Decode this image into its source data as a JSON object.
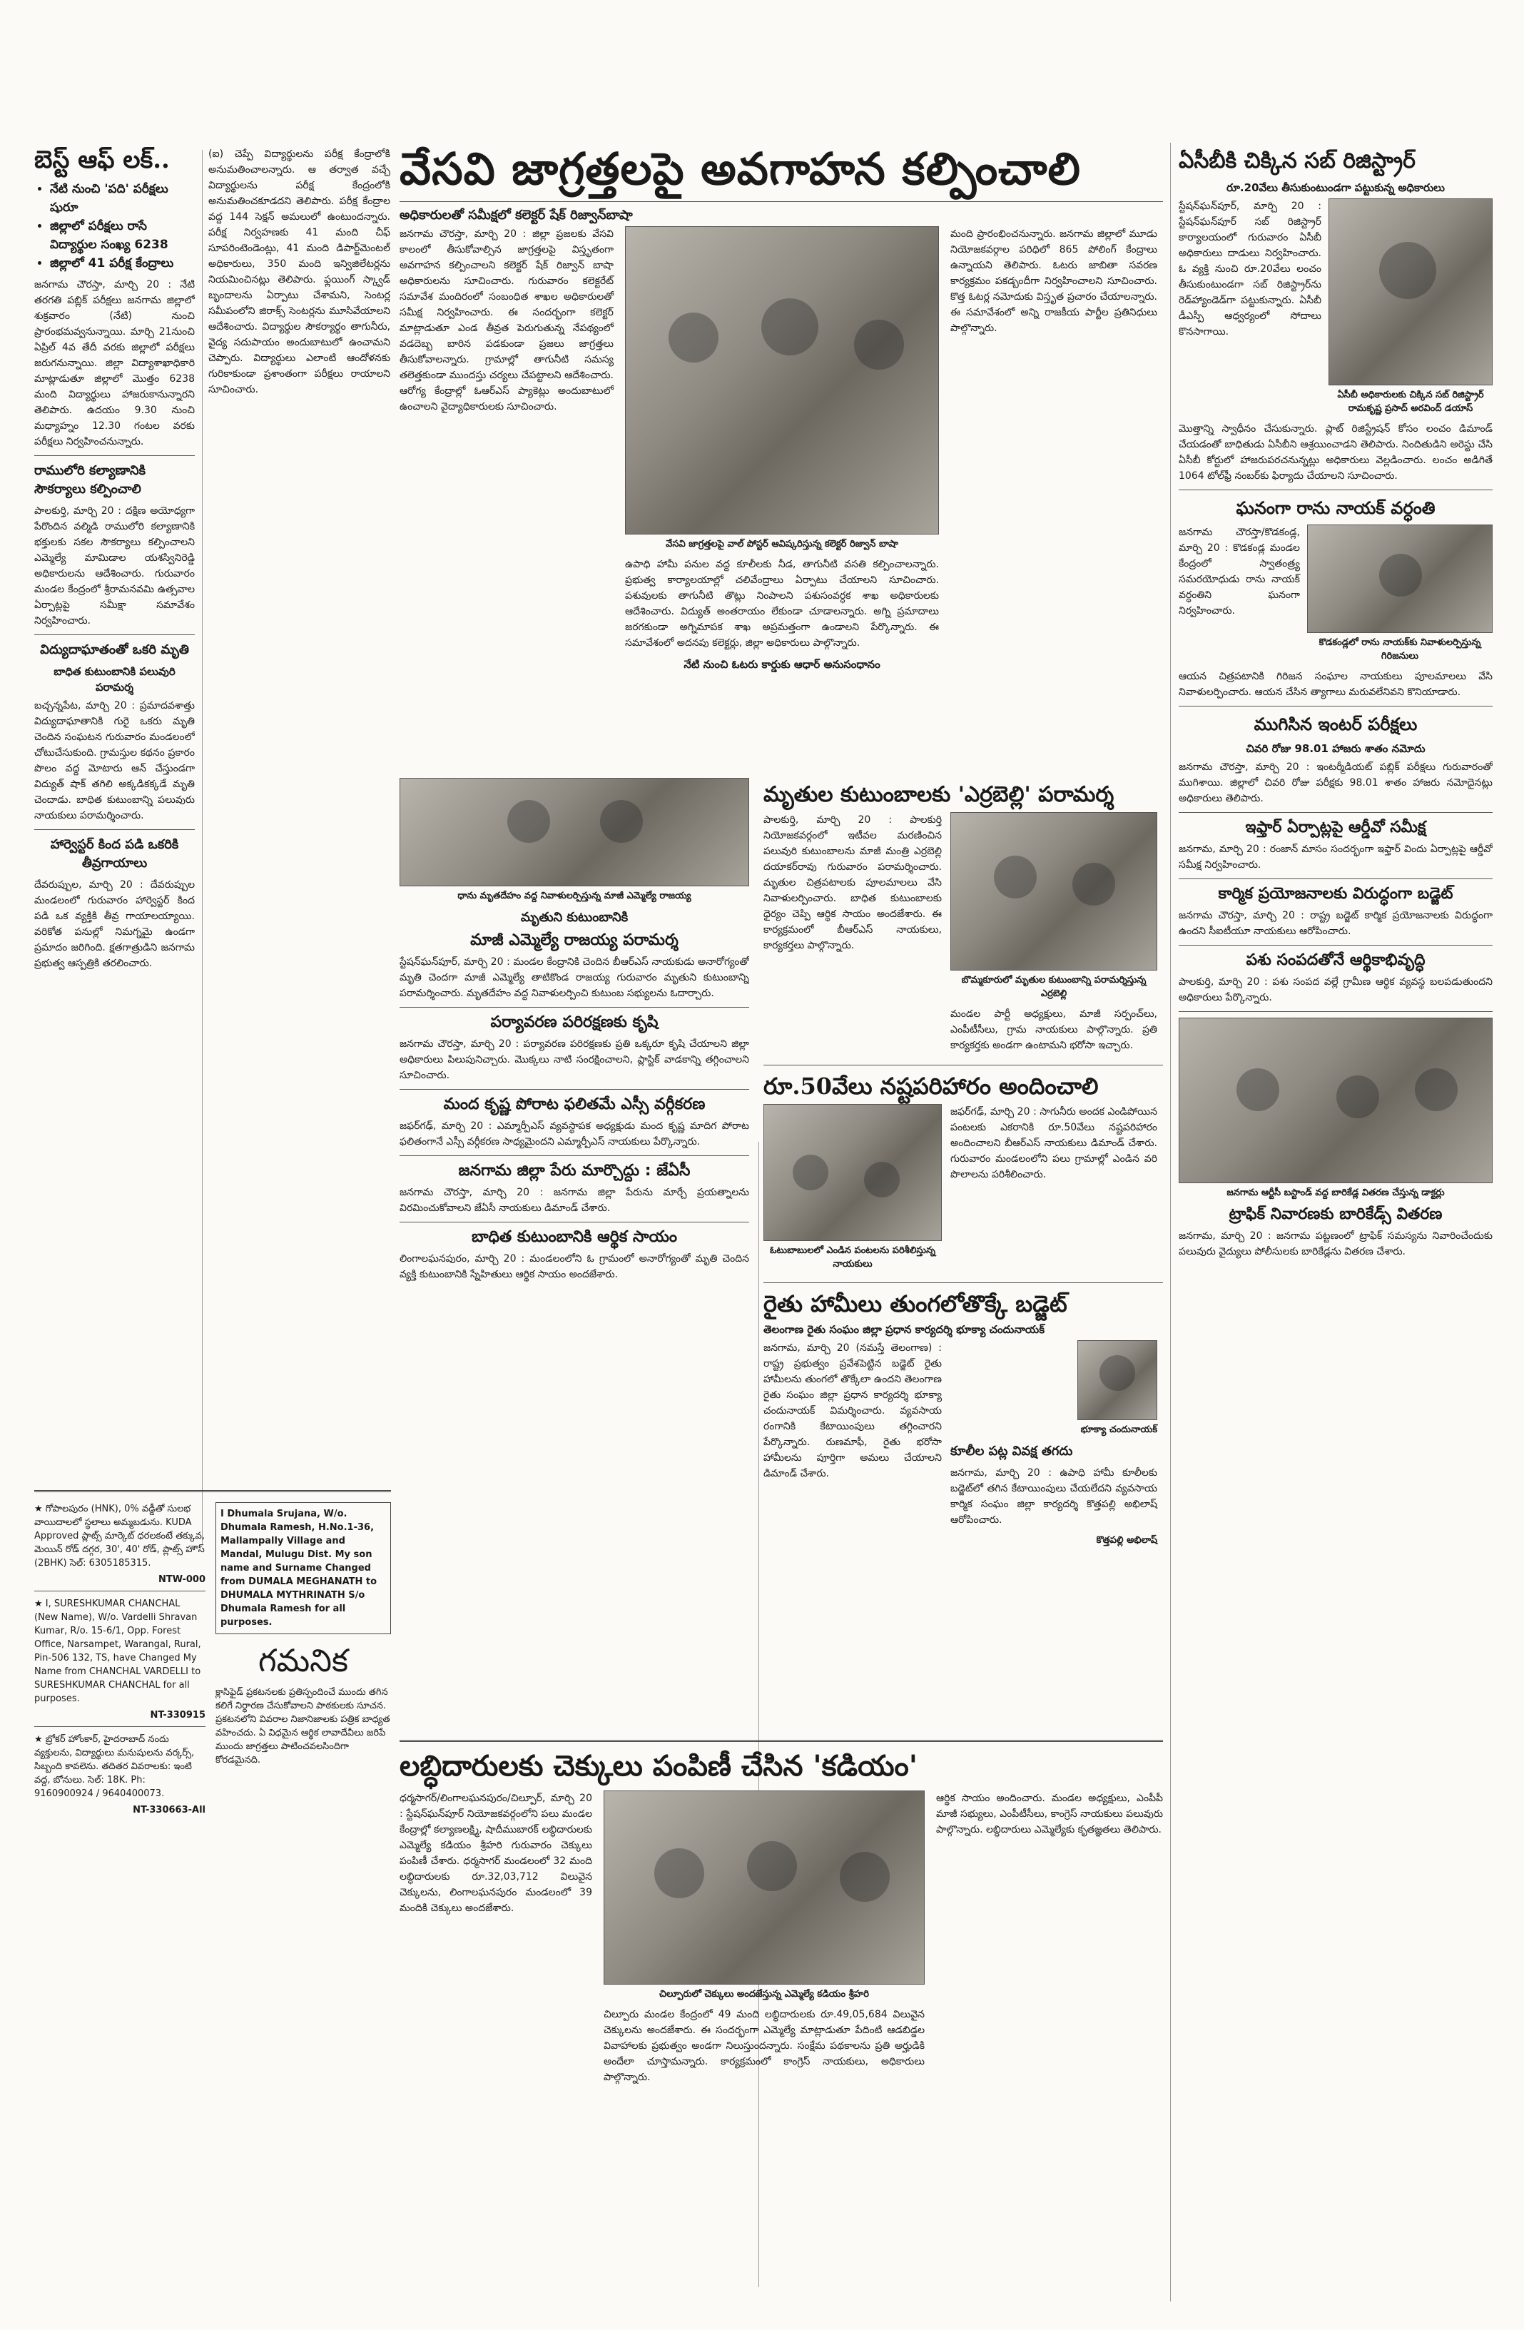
{
  "col1": {
    "headline": "బెస్ట్ ఆఫ్ లక్..",
    "bullets": [
      "నేటి నుంచి 'పది' పరీక్షలు షురూ",
      "జిల్లాలో పరీక్షలు రాసే విద్యార్థుల సంఖ్య 6238",
      "జిల్లాలో 41 పరీక్ష కేంద్రాలు"
    ],
    "p1": "జనగామ చౌరస్తా, మార్చి 20 : నేటి తరగతి పబ్లిక్ పరీక్షలు జనగామ జిల్లాలో శుక్రవారం (నేటి) నుంచి ప్రారంభమవ్వనున్నాయి. మార్చి 21నుంచి ఏప్రిల్ 4వ తేదీ వరకు జిల్లాలో పరీక్షలు జరుగనున్నాయి. జిల్లా విద్యాశాఖాధికారి మాట్లాడుతూ జిల్లాలో మొత్తం 6238 మంది విద్యార్థులు హాజరుకానున్నారని తెలిపారు. ఉదయం 9.30 నుంచి మధ్యాహ్నం 12.30 గంటల వరకు పరీక్షలు నిర్వహించనున్నారు.",
    "h2": "రాములోరి కల్యాణానికి సౌకర్యాలు కల్పించాలి",
    "p2": "పాలకుర్తి, మార్చి 20 : దక్షిణ అయోధ్యగా పేరొందిన వల్మిడి రాములోరి కల్యాణానికి భక్తులకు సకల సౌకర్యాలు కల్పించాలని ఎమ్మెల్యే మామిడాల యశస్వినిరెడ్డి అధికారులను ఆదేశించారు. గురువారం మండల కేంద్రంలో శ్రీరామనవమి ఉత్సవాల ఏర్పాట్లపై సమీక్షా సమావేశం నిర్వహించారు.",
    "h3": "విద్యుదాఘాతంతో ఒకరి మృతి",
    "k3": "బాధిత కుటుంబానికి పలువురి పరామర్శ",
    "p3": "బచ్చన్నపేట, మార్చి 20 : ప్రమాదవశాత్తు విద్యుదాఘాతానికి గురై ఒకరు మృతి చెందిన సంఘటన గురువారం మండలంలో చోటుచేసుకుంది. గ్రామస్తుల కథనం ప్రకారం పొలం వద్ద మోటారు ఆన్ చేస్తుండగా విద్యుత్ షాక్ తగిలి అక్కడికక్కడే మృతి చెందాడు. బాధిత కుటుంబాన్ని పలువురు నాయకులు పరామర్శించారు.",
    "h4": "హార్వెస్టర్ కింద పడి ఒకరికి తీవ్రగాయాలు",
    "p4": "దేవరుప్పుల, మార్చి 20 : దేవరుప్పుల మండలంలో గురువారం హార్వెస్టర్ కింద పడి ఒక వ్యక్తికి తీవ్ర గాయాలయ్యాయి. వరికోత పనుల్లో నిమగ్నమై ఉండగా ప్రమాదం జరిగింది. క్షతగాత్రుడిని జనగామ ప్రభుత్వ ఆస్పత్రికి తరలించారు."
  },
  "col2": {
    "p1": "(ఐ) చెప్పే విద్యార్థులను పరీక్ష కేంద్రాలోకి అనుమతించాలన్నారు. ఆ తర్వాత వచ్చే విద్యార్థులను పరీక్ష కేంద్రంలోకి అనుమతించకూడదని తెలిపారు. పరీక్ష కేంద్రాల వద్ద 144 సెక్షన్ అమలులో ఉంటుందన్నారు. పరీక్ష నిర్వహణకు 41 మంది చీఫ్ సూపరింటెండెంట్లు, 41 మంది డిపార్ట్‌మెంటల్ అధికారులు, 350 మంది ఇన్విజిలేటర్లను నియమించినట్లు తెలిపారు. ఫ్లయింగ్ స్క్వాడ్ బృందాలను ఏర్పాటు చేశామని, సెంటర్ల సమీపంలోని జిరాక్స్ సెంటర్లను మూసివేయాలని ఆదేశించారు. విద్యార్థుల సౌకర్యార్థం తాగునీరు, వైద్య సదుపాయం అందుబాటులో ఉంచామని చెప్పారు. విద్యార్థులు ఎలాంటి ఆందోళనకు గురికాకుండా ప్రశాంతంగా పరీక్షలు రాయాలని సూచించారు."
  },
  "main": {
    "headline": "వేసవి జాగ్రత్తలపై అవగాహన కల్పించాలి",
    "kicker": "అధికారులతో సమీక్షలో కలెక్టర్ షేక్ రిజ్వాన్‌బాషా",
    "p1": "జనగామ చౌరస్తా, మార్చి 20 : జిల్లా ప్రజలకు వేసవి కాలంలో తీసుకోవాల్సిన జాగ్రత్తలపై విస్తృతంగా అవగాహన కల్పించాలని కలెక్టర్ షేక్ రిజ్వాన్ బాషా అధికారులను సూచించారు. గురువారం కలెక్టరేట్ సమావేశ మందిరంలో సంబంధిత శాఖల అధికారులతో సమీక్ష నిర్వహించారు. ఈ సందర్భంగా కలెక్టర్ మాట్లాడుతూ ఎండ తీవ్రత పెరుగుతున్న నేపథ్యంలో వడదెబ్బ బారిన పడకుండా ప్రజలు జాగ్రత్తలు తీసుకోవాలన్నారు. గ్రామాల్లో తాగునీటి సమస్య తలెత్తకుండా ముందస్తు చర్యలు చేపట్టాలని ఆదేశించారు. ఆరోగ్య కేంద్రాల్లో ఓఆర్ఎస్ ప్యాకెట్లు అందుబాటులో ఉంచాలని వైద్యాధికారులకు సూచించారు.",
    "p2": "ఉపాధి హామీ పనుల వద్ద కూలీలకు నీడ, తాగునీటి వసతి కల్పించాలన్నారు. ప్రభుత్వ కార్యాలయాల్లో చలివేంద్రాలు ఏర్పాటు చేయాలని సూచించారు. పశువులకు తాగునీటి తొట్లు నింపాలని పశుసంవర్ధక శాఖ అధికారులకు ఆదేశించారు. విద్యుత్ అంతరాయం లేకుండా చూడాలన్నారు. అగ్ని ప్రమాదాలు జరగకుండా అగ్నిమాపక శాఖ అప్రమత్తంగా ఉండాలని పేర్కొన్నారు. ఈ సమావేశంలో అదనపు కలెక్టర్లు, జిల్లా అధికారులు పాల్గొన్నారు.",
    "photo_caption": "వేసవి జాగ్రత్తలపై వాల్ పోస్టర్ ఆవిష్కరిస్తున్న కలెక్టర్ రిజ్వాన్ బాషా",
    "p3": "మంది ప్రారంభించనున్నారు. జనగామ జిల్లాలో మూడు నియోజకవర్గాల పరిధిలో 865 పోలింగ్ కేంద్రాలు ఉన్నాయని తెలిపారు. ఓటరు జాబితా సవరణ కార్యక్రమం పకడ్బందీగా నిర్వహించాలని సూచించారు. కొత్త ఓటర్ల నమోదుకు విస్తృత ప్రచారం చేయాలన్నారు. ఈ సమావేశంలో అన్ని రాజకీయ పార్టీల ప్రతినిధులు పాల్గొన్నారు.",
    "k4": "నేటి నుంచి ఓటరు కార్డుకు ఆధార్ అనుసంధానం"
  },
  "col3": {
    "mrutyu_head": "మృతుల కుటుంబాలకు 'ఎర్రబెల్లి' పరామర్శ",
    "mrutyu_p": "పాలకుర్తి, మార్చి 20 : పాలకుర్తి నియోజకవర్గంలో ఇటీవల మరణించిన పలువురి కుటుంబాలను మాజీ మంత్రి ఎర్రబెల్లి దయాకర్‌రావు గురువారం పరామర్శించారు. మృతుల చిత్రపటాలకు పూలమాలలు వేసి నివాళులర్పించారు. బాధిత కుటుంబాలకు ధైర్యం చెప్పి ఆర్థిక సాయం అందజేశారు. ఈ కార్యక్రమంలో బీఆర్ఎస్ నాయకులు, కార్యకర్తలు పాల్గొన్నారు.",
    "photo_caption": "బొమ్మకూరులో మృతుల కుటుంబాన్ని పరామర్శిస్తున్న ఎర్రబెల్లి",
    "p2": "మండల పార్టీ అధ్యక్షులు, మాజీ సర్పంచ్‌లు, ఎంపీటీసీలు, గ్రామ నాయకులు పాల్గొన్నారు. ప్రతి కార్యకర్తకు అండగా ఉంటామని భరోసా ఇచ్చారు.",
    "nashta_head": "రూ.50వేలు నష్టపరిహారం అందించాలి"
  },
  "col4": {
    "sub_head": "ఏసీబీకి చిక్కిన సబ్ రిజిస్ట్రార్",
    "sub_kicker": "రూ.20వేలు తీసుకుంటుండగా పట్టుకున్న అధికారులు",
    "sub_p": "స్టేషన్‌ఘన్‌పూర్, మార్చి 20 : స్టేషన్‌ఘన్‌పూర్ సబ్ రిజిస్ట్రార్ కార్యాలయంలో గురువారం ఏసీబీ అధికారులు దాడులు నిర్వహించారు. ఓ వ్యక్తి నుంచి రూ.20వేలు లంచం తీసుకుంటుండగా సబ్ రిజిస్ట్రార్‌ను రెడ్‌హ్యాండెడ్‌గా పట్టుకున్నారు. ఏసీబీ డీఎస్పీ ఆధ్వర్యంలో సోదాలు కొనసాగాయి.",
    "photo_caption": "ఏసీబీ అధికారులకు చిక్కిన సబ్ రిజిస్ట్రార్ రామకృష్ణ ప్రసాద్ అరవింద్ డయాస్",
    "sub_p2": "మొత్తాన్ని స్వాధీనం చేసుకున్నారు. ప్లాట్ రిజిస్ట్రేషన్ కోసం లంచం డిమాండ్ చేయడంతో బాధితుడు ఏసీబీని ఆశ్రయించాడని తెలిపారు. నిందితుడిని అరెస్టు చేసి ఏసీబీ కోర్టులో హాజరుపరచనున్నట్లు అధికారులు వెల్లడించారు. లంచం అడిగితే 1064 టోల్‌ఫ్రీ నంబర్‌కు ఫిర్యాదు చేయాలని సూచించారు.",
    "rao_head": "ఘనంగా రాను నాయక్ వర్ధంతి",
    "rao_p": "జనగామ చౌరస్తా/కొడకండ్ల, మార్చి 20 : కొడకండ్ల మండల కేంద్రంలో స్వాతంత్ర్య సమరయోధుడు రాను నాయక్ వర్ధంతిని ఘనంగా నిర్వహించారు.",
    "rao_caption": "కొడకండ్లలో రాను నాయక్‌కు నివాళులర్పిస్తున్న గిరిజనులు",
    "rao_p2": "ఆయన చిత్రపటానికి గిరిజన సంఘాల నాయకులు పూలమాలలు వేసి నివాళులర్పించారు. ఆయన చేసిన త్యాగాలు మరువలేనివని కొనియాడారు.",
    "inter_head": "ముగిసిన ఇంటర్ పరీక్షలు",
    "inter_kicker": "చివరి రోజు 98.01 హాజరు శాతం నమోదు",
    "inter_p": "జనగామ చౌరస్తా, మార్చి 20 : ఇంటర్మీడియట్ పబ్లిక్ పరీక్షలు గురువారంతో ముగిశాయి. జిల్లాలో చివరి రోజు పరీక్షకు 98.01 శాతం హాజరు నమోదైనట్లు అధికారులు తెలిపారు.",
    "iftar_head": "ఇఫ్తార్ ఏర్పాట్లపై ఆర్డీవో సమీక్ష",
    "iftar_p": "జనగామ, మార్చి 20 : రంజాన్ మాసం సందర్భంగా ఇఫ్తార్ విందు ఏర్పాట్లపై ఆర్డీవో సమీక్ష నిర్వహించారు.",
    "budget_head": "కార్మిక ప్రయోజనాలకు విరుద్ధంగా బడ్జెట్",
    "budget_p": "జనగామ చౌరస్తా, మార్చి 20 : రాష్ట్ర బడ్జెట్ కార్మిక ప్రయోజనాలకు విరుద్ధంగా ఉందని సీఐటీయూ నాయకులు ఆరోపించారు.",
    "pasu_head": "పశు సంపదతోనే ఆర్థికాభివృద్ధి",
    "pasu_p": "పాలకుర్తి, మార్చి 20 : పశు సంపద వల్లే గ్రామీణ ఆర్థిక వ్యవస్థ బలపడుతుందని అధికారులు పేర్కొన్నారు.",
    "traffic_caption": "జనగామ ఆర్టీసీ బస్టాండ్ వద్ద బారికేడ్ల వితరణ చేస్తున్న డాక్టర్లు",
    "traffic_head": "ట్రాఫిక్ నివారణకు బారికేడ్స్ వితరణ",
    "traffic_p": "జనగామ, మార్చి 20 : జనగామ పట్టణంలో ట్రాఫిక్ సమస్యను నివారించేందుకు పలువురు వైద్యులు పోలీసులకు బారికేడ్లను వితరణ చేశారు."
  },
  "midrow": {
    "dhana_caption": "ధాను మృతదేహం వద్ద నివాళులర్పిస్తున్న మాజీ ఎమ్మెల్యే రాజయ్య",
    "rajayya_kicker": "మృతుని కుటుంబానికి",
    "rajayya_head": "మాజీ ఎమ్మెల్యే రాజయ్య పరామర్శ",
    "rajayya_p": "స్టేషన్‌ఘన్‌పూర్, మార్చి 20 : మండల కేంద్రానికి చెందిన బీఆర్ఎస్ నాయకుడు అనారోగ్యంతో మృతి చెందగా మాజీ ఎమ్మెల్యే తాటికొండ రాజయ్య గురువారం మృతుని కుటుంబాన్ని పరామర్శించారు. మృతదేహం వద్ద నివాళులర్పించి కుటుంబ సభ్యులను ఓదార్చారు.",
    "env_head": "పర్యావరణ పరిరక్షణకు కృషి",
    "env_p": "జనగామ చౌరస్తా, మార్చి 20 : పర్యావరణ పరిరక్షణకు ప్రతి ఒక్కరూ కృషి చేయాలని జిల్లా అధికారులు పిలుపునిచ్చారు. మొక్కలు నాటి సంరక్షించాలని, ప్లాస్టిక్ వాడకాన్ని తగ్గించాలని సూచించారు.",
    "mkp_head": "మంద కృష్ణ పోరాట ఫలితమే ఎస్సీ వర్గీకరణ",
    "mkp_p": "జఫర్‌గఢ్, మార్చి 20 : ఎమ్మార్పీఎస్ వ్యవస్థాపక అధ్యక్షుడు మంద కృష్ణ మాదిగ పోరాట ఫలితంగానే ఎస్సీ వర్గీకరణ సాధ్యమైందని ఎమ్మార్పీఎస్ నాయకులు పేర్కొన్నారు.",
    "jsp_head": "జనగామ జిల్లా పేరు మార్చొద్దు : జేఏసీ",
    "jsp_p": "జనగామ చౌరస్తా, మార్చి 20 : జనగామ జిల్లా పేరును మార్చే ప్రయత్నాలను విరమించుకోవాలని జేఏసీ నాయకులు డిమాండ్ చేశారు.",
    "aid_head": "బాధిత కుటుంబానికి ఆర్థిక సాయం",
    "aid_p": "లింగాలఘనపురం, మార్చి 20 : మండలంలోని ఓ గ్రామంలో అనారోగ్యంతో మృతి చెందిన వ్యక్తి కుటుంబానికి స్నేహితులు ఆర్థిక సాయం అందజేశారు."
  },
  "col3b": {
    "nashta_caption": "ఓటుబాబులలో ఎండిన పంటలను పరిశీలిస్తున్న నాయకులు",
    "nashta_p": "జఫర్‌గఢ్, మార్చి 20 : సాగునీరు అందక ఎండిపోయిన పంటలకు ఎకరానికి రూ.50వేలు నష్టపరిహారం అందించాలని బీఆర్ఎస్ నాయకులు డిమాండ్ చేశారు. గురువారం మండలంలోని పలు గ్రామాల్లో ఎండిన వరి పొలాలను పరిశీలించారు.",
    "rythu_head": "రైతు హామీలు తుంగలోతొక్కే బడ్జెట్",
    "rythu_kicker": "తెలంగాణ రైతు సంఘం జిల్లా ప్రధాన కార్యదర్శి భూక్యా చందునాయక్",
    "rythu_p": "జనగామ, మార్చి 20 (నమస్తే తెలంగాణ) : రాష్ట్ర ప్రభుత్వం ప్రవేశపెట్టిన బడ్జెట్ రైతు హామీలను తుంగలో తొక్కేలా ఉందని తెలంగాణ రైతు సంఘం జిల్లా ప్రధాన కార్యదర్శి భూక్యా చందునాయక్ విమర్శించారు. వ్యవసాయ రంగానికి కేటాయింపులు తగ్గించారని పేర్కొన్నారు. రుణమాఫీ, రైతు భరోసా హామీలను పూర్తిగా అమలు చేయాలని డిమాండ్ చేశారు.",
    "rythu_caption": "భూక్యా చందునాయక్",
    "kothapalli_caption": "కొత్తపల్లి అభిలాష్",
    "kothapalli_head": "కూలీల పట్ల వివక్ష తగదు",
    "kothapalli_p": "జనగామ, మార్చి 20 : ఉపాధి హామీ కూలీలకు బడ్జెట్‌లో తగిన కేటాయింపులు చేయలేదని వ్యవసాయ కార్మిక సంఘం జిల్లా కార్యదర్శి కొత్తపల్లి అభిలాష్ ఆరోపించారు."
  },
  "bottom": {
    "headline": "లబ్ధిదారులకు చెక్కులు పంపిణీ చేసిన 'కడియం'",
    "photo_caption": "చిల్పూరులో చెక్కులు అందజేస్తున్న ఎమ్మెల్యే కడియం శ్రీహరి",
    "p1": "ధర్మసాగర్/లింగాలఘనపురం/చిల్పూర్, మార్చి 20 : స్టేషన్‌ఘన్‌పూర్ నియోజకవర్గంలోని పలు మండల కేంద్రాల్లో కల్యాణలక్ష్మి, షాదీముబారక్ లబ్ధిదారులకు ఎమ్మెల్యే కడియం శ్రీహరి గురువారం చెక్కులు పంపిణీ చేశారు. ధర్మసాగర్ మండలంలో 32 మంది లబ్ధిదారులకు రూ.32,03,712 విలువైన చెక్కులను, లింగాలఘనపురం మండలంలో 39 మందికి చెక్కులు అందజేశారు.",
    "p2": "చిల్పూరు మండల కేంద్రంలో 49 మంది లబ్ధిదారులకు రూ.49,05,684 విలువైన చెక్కులను అందజేశారు. ఈ సందర్భంగా ఎమ్మెల్యే మాట్లాడుతూ పేదింటి ఆడబిడ్డల వివాహాలకు ప్రభుత్వం అండగా నిలుస్తుందన్నారు. సంక్షేమ పథకాలను ప్రతి అర్హుడికి అందేలా చూస్తామన్నారు. కార్యక్రమంలో కాంగ్రెస్ నాయకులు, అధికారులు పాల్గొన్నారు.",
    "p3": "ఆర్థిక సాయం అందించారు. మండల అధ్యక్షులు, ఎంపీపీ మాజీ సభ్యులు, ఎంపీటీసీలు, కాంగ్రెస్ నాయకులు పలువురు పాల్గొన్నారు. లబ్ధిదారులు ఎమ్మెల్యేకు కృతజ్ఞతలు తెలిపారు."
  },
  "classifieds": {
    "ad1": "★ గోపాలపురం (HNK), 0% వడ్డీతో సులభ వాయిదాలలో స్థలాలు అమ్మబడును. KUDA Approved ప్లాట్స్ మార్కెట్ ధరలకంటే తక్కువ, మెయిన్ రోడ్ దగ్గర, 30', 40' రోడ్, ప్లాట్స్ హౌస్ (2BHK) సెల్: 6305185315.",
    "ad1_code": "NTW-000",
    "ad2": "★ I, SURESHKUMAR CHANCHAL (New Name), W/o. Vardelli Shravan Kumar, R/o. 15-6/1, Opp. Forest Office, Narsampet, Warangal, Rural, Pin-506 132, TS, have Changed My Name from CHANCHAL VARDELLI to SURESHKUMAR CHANCHAL for all purposes.",
    "ad2_code": "NT-330915",
    "ad3": "★ బ్రోకర్ హోంకార్, హైదరాబాద్ నందు వ్యక్తులను, విద్యార్థులు మనుషులను వర్కర్స్, సిబ్బంది కావలెను. తదితర వివరాలకు: ఇంటి వద్ద, బోనులు. సెల్: 18K. Ph: 9160900924 / 9640400073.",
    "ad3_code": "NT-330663-All",
    "name_change": "I Dhumala Srujana, W/o. Dhumala Ramesh, H.No.1-36, Mallampally Village and Mandal, Mulugu Dist. My son name and Surname Changed from DUMALA MEGHANATH to DHUMALA MYTHRINATH S/o Dhumala Ramesh for all purposes.",
    "notice_title": "గమనిక",
    "notice_text": "క్లాసిఫైడ్ ప్రకటనలకు ప్రతిస్పందించే ముందు తగిన కలిగే నిర్ధారణ చేసుకోవాలని పాఠకులకు సూచన. ప్రకటనలోని వివరాల నిజానిజాలకు పత్రిక బాధ్యత వహించదు. ఏ విధమైన ఆర్థిక లావాదేవీలు జరిపే ముందు జాగ్రత్తలు పాటించవలసిందిగా కోరడమైనది."
  }
}
